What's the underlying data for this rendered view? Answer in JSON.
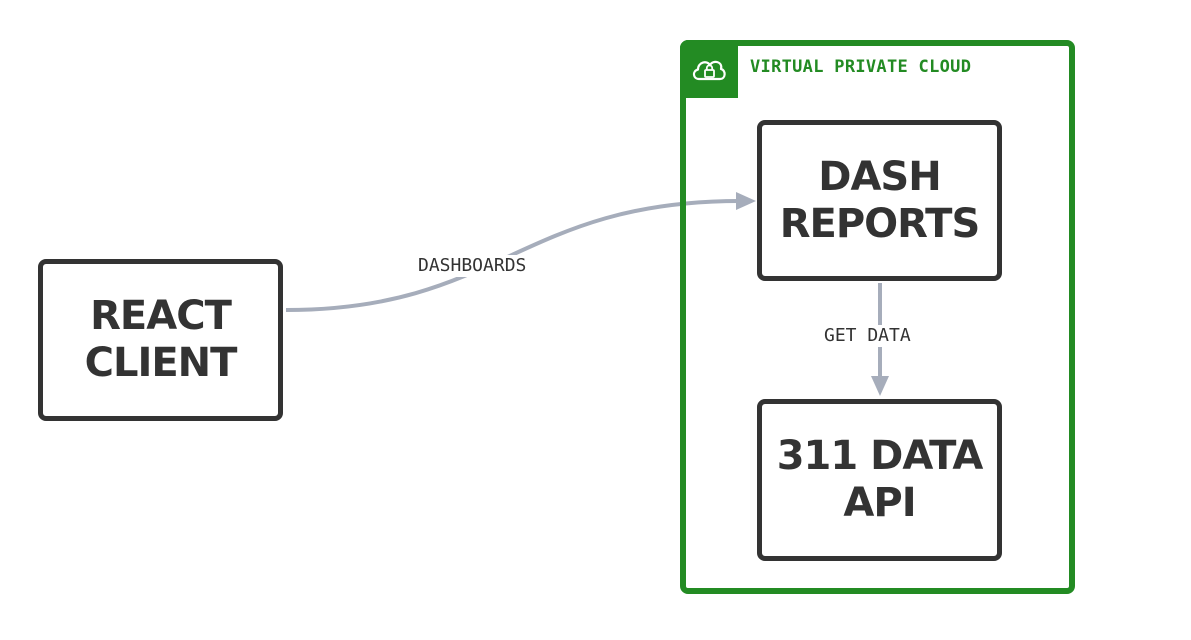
{
  "vpc": {
    "title": "VIRTUAL PRIVATE CLOUD",
    "icon": "cloud-lock-icon",
    "color": "#238b23"
  },
  "nodes": {
    "react_client": "REACT\nCLIENT",
    "dash_reports": "DASH\nREPORTS",
    "data_api": "311 DATA\nAPI"
  },
  "edges": {
    "dashboards": "DASHBOARDS",
    "get_data": "GET DATA"
  },
  "colors": {
    "node_border": "#333333",
    "edge": "#a6adbb"
  }
}
